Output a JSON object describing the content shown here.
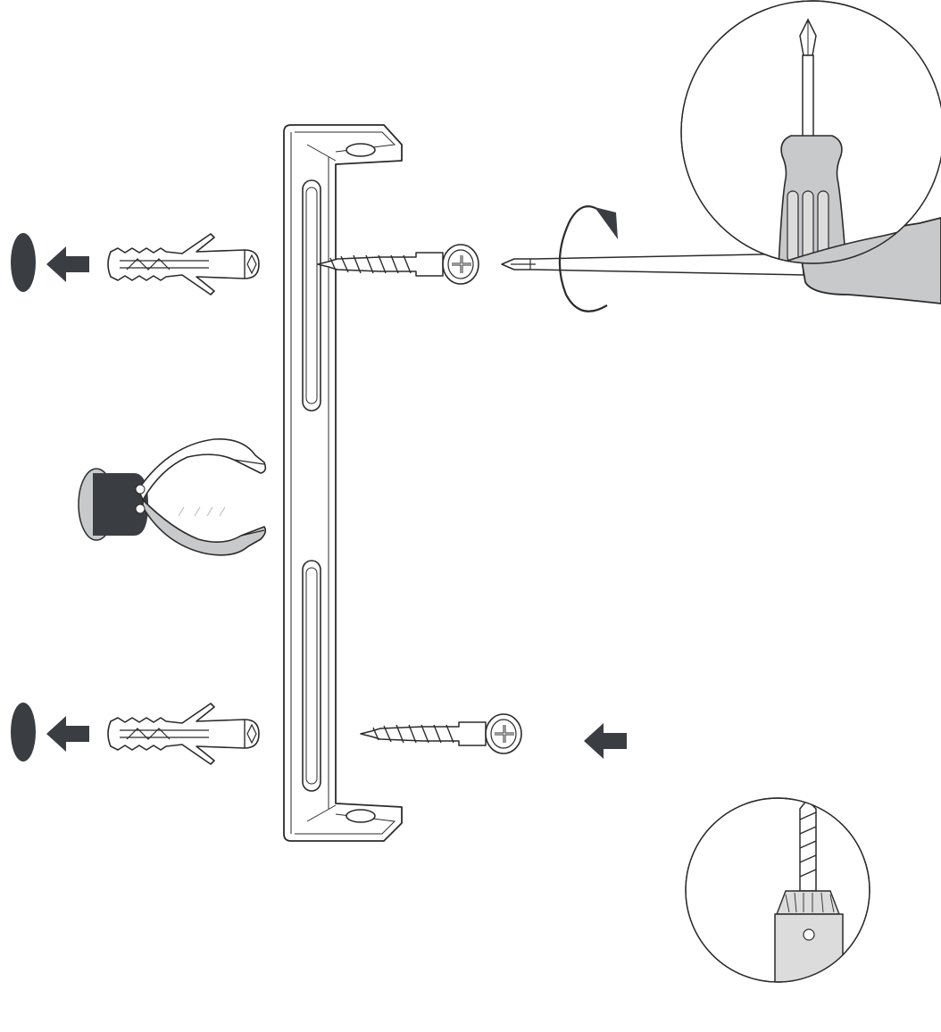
{
  "diagram": {
    "kind": "wall-bracket-installation",
    "text_labels": [],
    "colors": {
      "line": "#2b2b2b",
      "dark_fill": "#3a3d42",
      "grey_fill": "#c8c9cb",
      "light_fill": "#dcdcdc",
      "paper": "#ffffff"
    },
    "parts": [
      {
        "id": "wall-hole-top",
        "icon": "wall-hole-icon"
      },
      {
        "id": "insert-arrow-top",
        "icon": "arrow-left-icon"
      },
      {
        "id": "wall-anchor-top",
        "icon": "wall-anchor-icon"
      },
      {
        "id": "bracket",
        "icon": "mounting-bracket-icon"
      },
      {
        "id": "screw-top",
        "icon": "screw-icon"
      },
      {
        "id": "rotation-arrow",
        "icon": "rotate-clockwise-icon"
      },
      {
        "id": "screwdriver",
        "icon": "phillips-screwdriver-icon"
      },
      {
        "id": "hand",
        "icon": "hand-icon"
      },
      {
        "id": "screwdriver-detail",
        "icon": "screwdriver-detail-icon"
      },
      {
        "id": "pliers",
        "icon": "wire-pliers-icon"
      },
      {
        "id": "wall-hole-bottom",
        "icon": "wall-hole-icon"
      },
      {
        "id": "insert-arrow-bottom",
        "icon": "arrow-left-icon"
      },
      {
        "id": "wall-anchor-bottom",
        "icon": "wall-anchor-icon"
      },
      {
        "id": "screw-bottom",
        "icon": "screw-icon"
      },
      {
        "id": "insert-arrow-screw",
        "icon": "arrow-left-icon"
      },
      {
        "id": "drill-detail",
        "icon": "drill-bit-detail-icon"
      }
    ]
  }
}
